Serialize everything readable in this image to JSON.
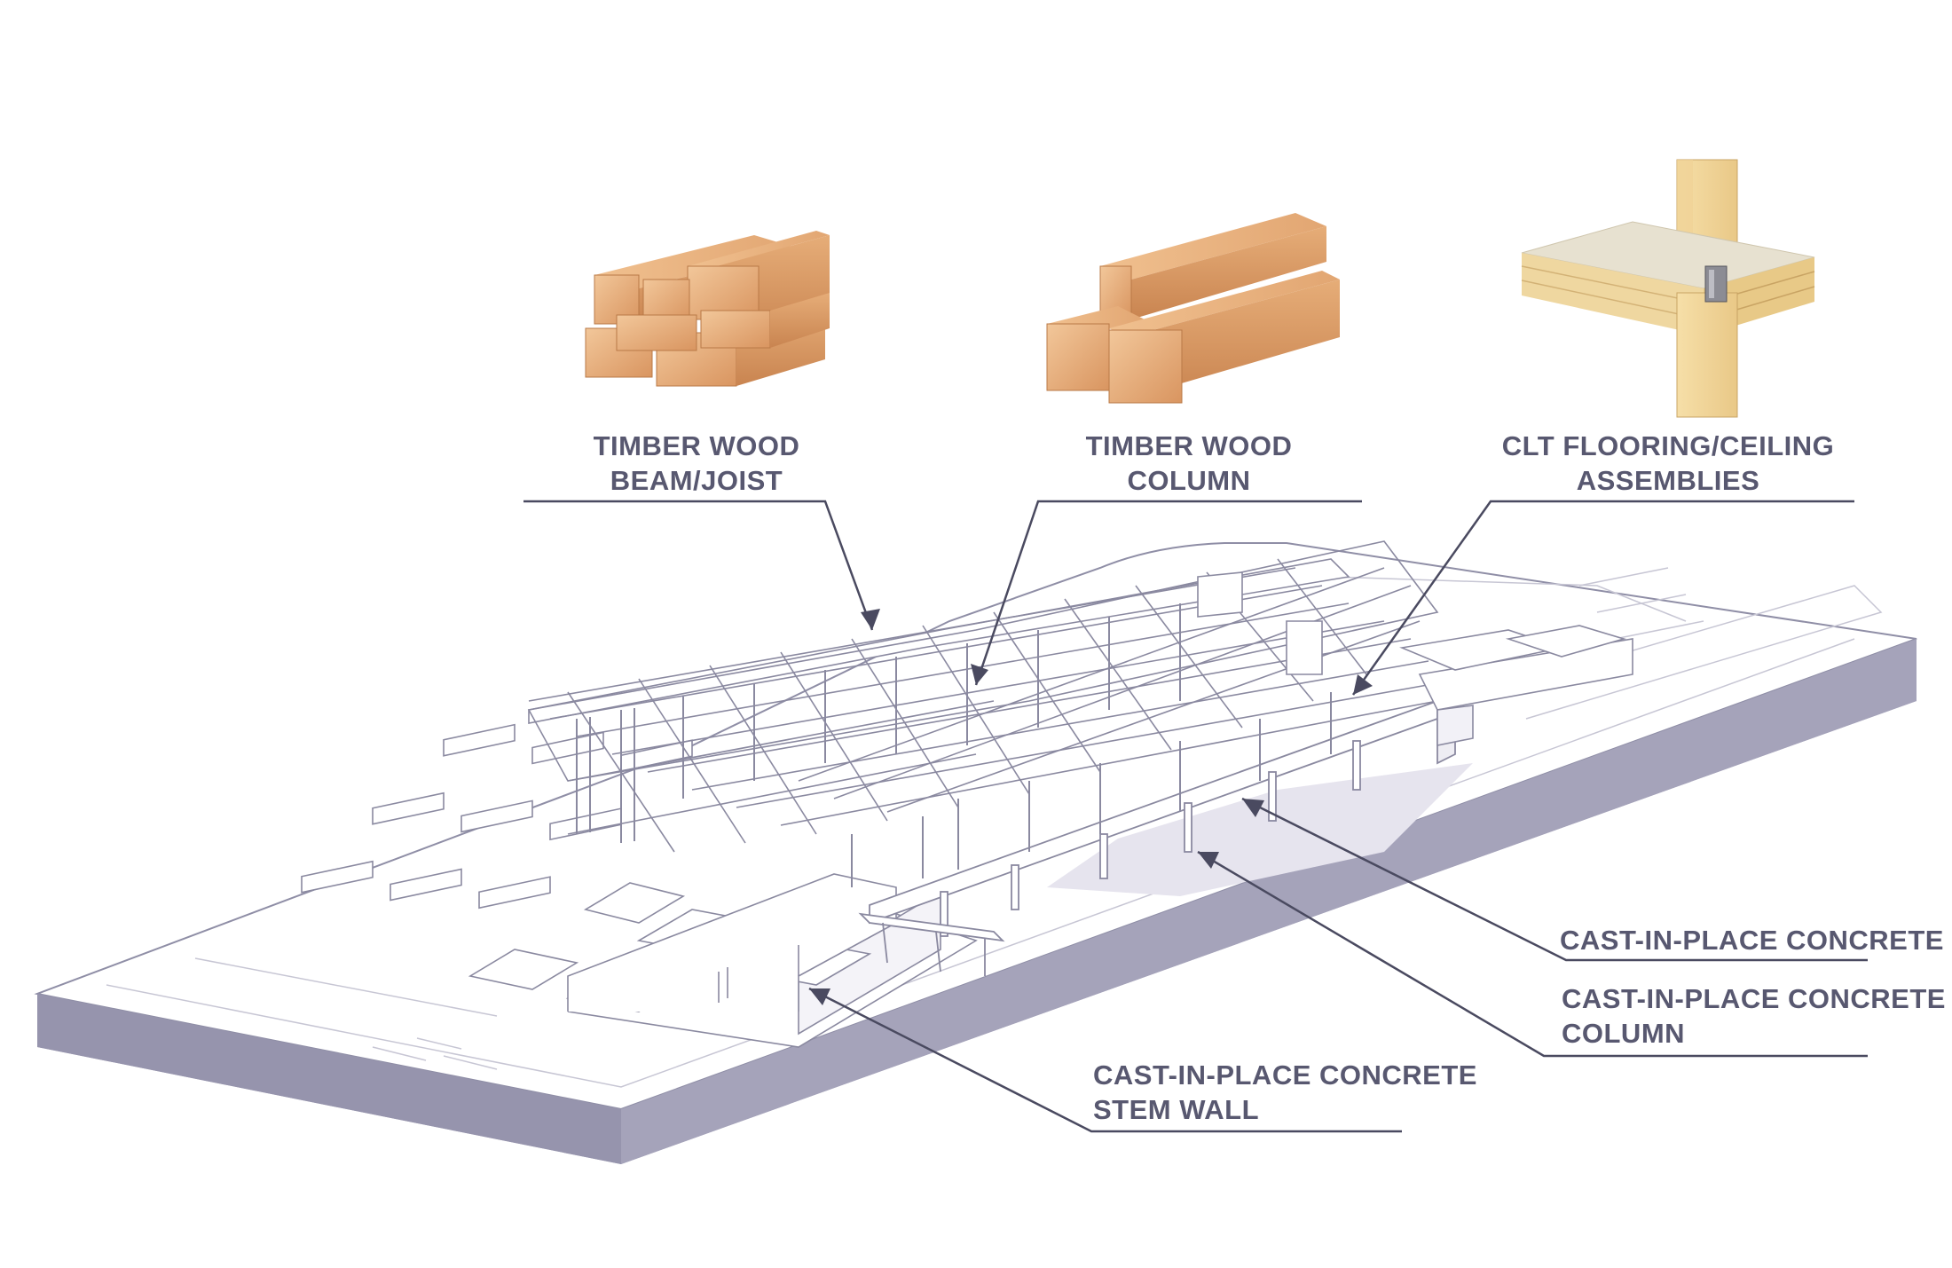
{
  "diagram": {
    "labels": {
      "timber_beam": {
        "line1": "TIMBER WOOD",
        "line2": "BEAM/JOIST"
      },
      "timber_column": {
        "line1": "TIMBER WOOD",
        "line2": "COLUMN"
      },
      "clt": {
        "line1": "CLT FLOORING/CEILING",
        "line2": "ASSEMBLIES"
      },
      "concrete": {
        "line1": "CAST-IN-PLACE CONCRETE"
      },
      "concrete_column": {
        "line1": "CAST-IN-PLACE CONCRETE",
        "line2": "COLUMN"
      },
      "stem_wall": {
        "line1": "CAST-IN-PLACE CONCRETE",
        "line2": "STEM WALL"
      }
    },
    "colors": {
      "label": "#585870",
      "leader": "#4a4a60",
      "base_side": "#a09eb6",
      "base_top": "#ffffff",
      "structure": "#8a89a0",
      "shadow": "#e6e4ee",
      "wood_light": "#e8b88a",
      "wood_mid": "#d99a66",
      "wood_dark": "#b87446",
      "clt_panel": "#f0d9a2",
      "concrete_topping": "#e7e1d0"
    }
  }
}
